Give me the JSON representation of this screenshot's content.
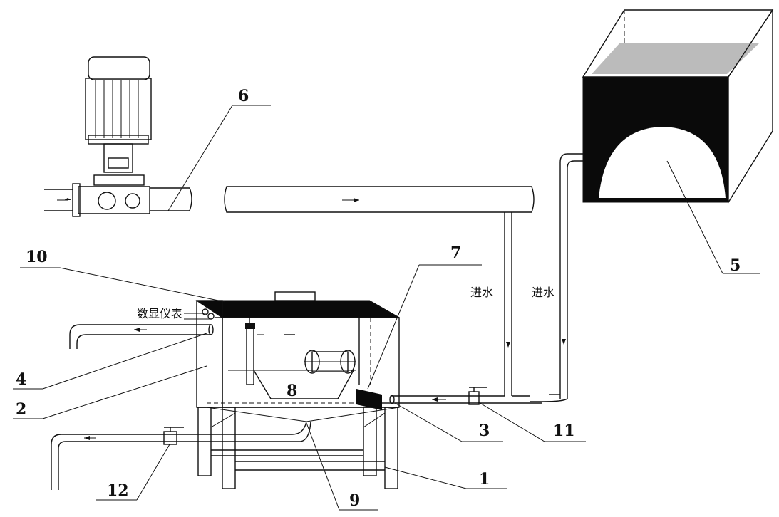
{
  "callouts": [
    {
      "id": "1",
      "text": "1"
    },
    {
      "id": "2",
      "text": "2"
    },
    {
      "id": "3",
      "text": "3"
    },
    {
      "id": "4",
      "text": "4"
    },
    {
      "id": "5",
      "text": "5"
    },
    {
      "id": "6",
      "text": "6"
    },
    {
      "id": "7",
      "text": "7"
    },
    {
      "id": "8",
      "text": "8"
    },
    {
      "id": "9",
      "text": "9"
    },
    {
      "id": "10",
      "text": "10"
    },
    {
      "id": "11",
      "text": "11"
    },
    {
      "id": "12",
      "text": "12"
    }
  ],
  "labels": {
    "inlet_a": "进水",
    "inlet_b": "进水",
    "display_meter": "数显仪表"
  },
  "colors": {
    "line": "#111111",
    "fill_dark": "#0a0a0a",
    "background": "#ffffff"
  }
}
